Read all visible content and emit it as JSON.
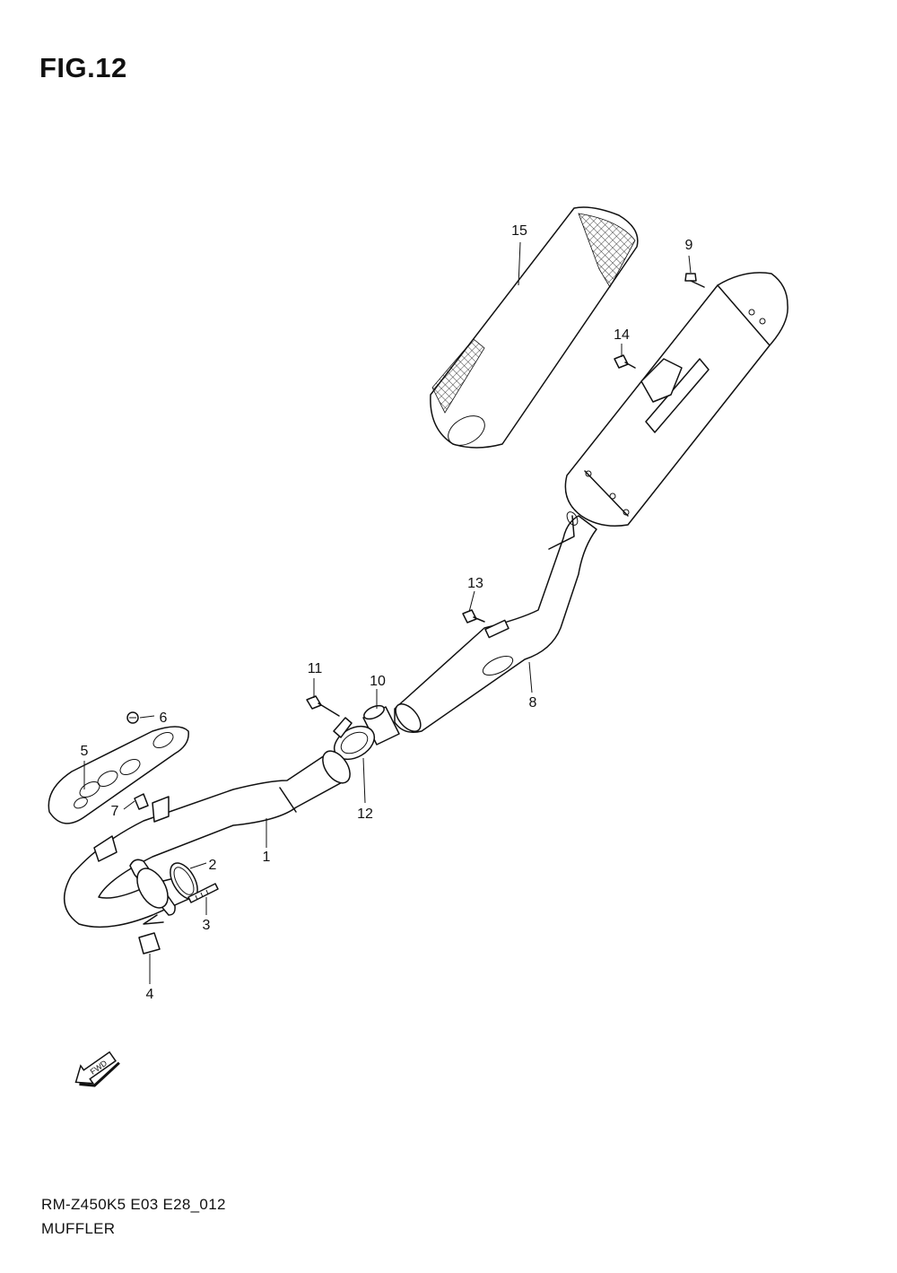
{
  "figure": {
    "title": "FIG.12"
  },
  "footer": {
    "code": "RM-Z450K5 E03 E28_012",
    "name": "MUFFLER"
  },
  "fwd_icon": {
    "icon": "fwd-arrow-icon",
    "text": "FWD"
  },
  "callouts": [
    {
      "label": "1"
    },
    {
      "label": "2"
    },
    {
      "label": "3"
    },
    {
      "label": "4"
    },
    {
      "label": "5"
    },
    {
      "label": "6"
    },
    {
      "label": "7"
    },
    {
      "label": "8"
    },
    {
      "label": "9"
    },
    {
      "label": "10"
    },
    {
      "label": "11"
    },
    {
      "label": "12"
    },
    {
      "label": "13"
    },
    {
      "label": "14"
    },
    {
      "label": "15"
    }
  ]
}
